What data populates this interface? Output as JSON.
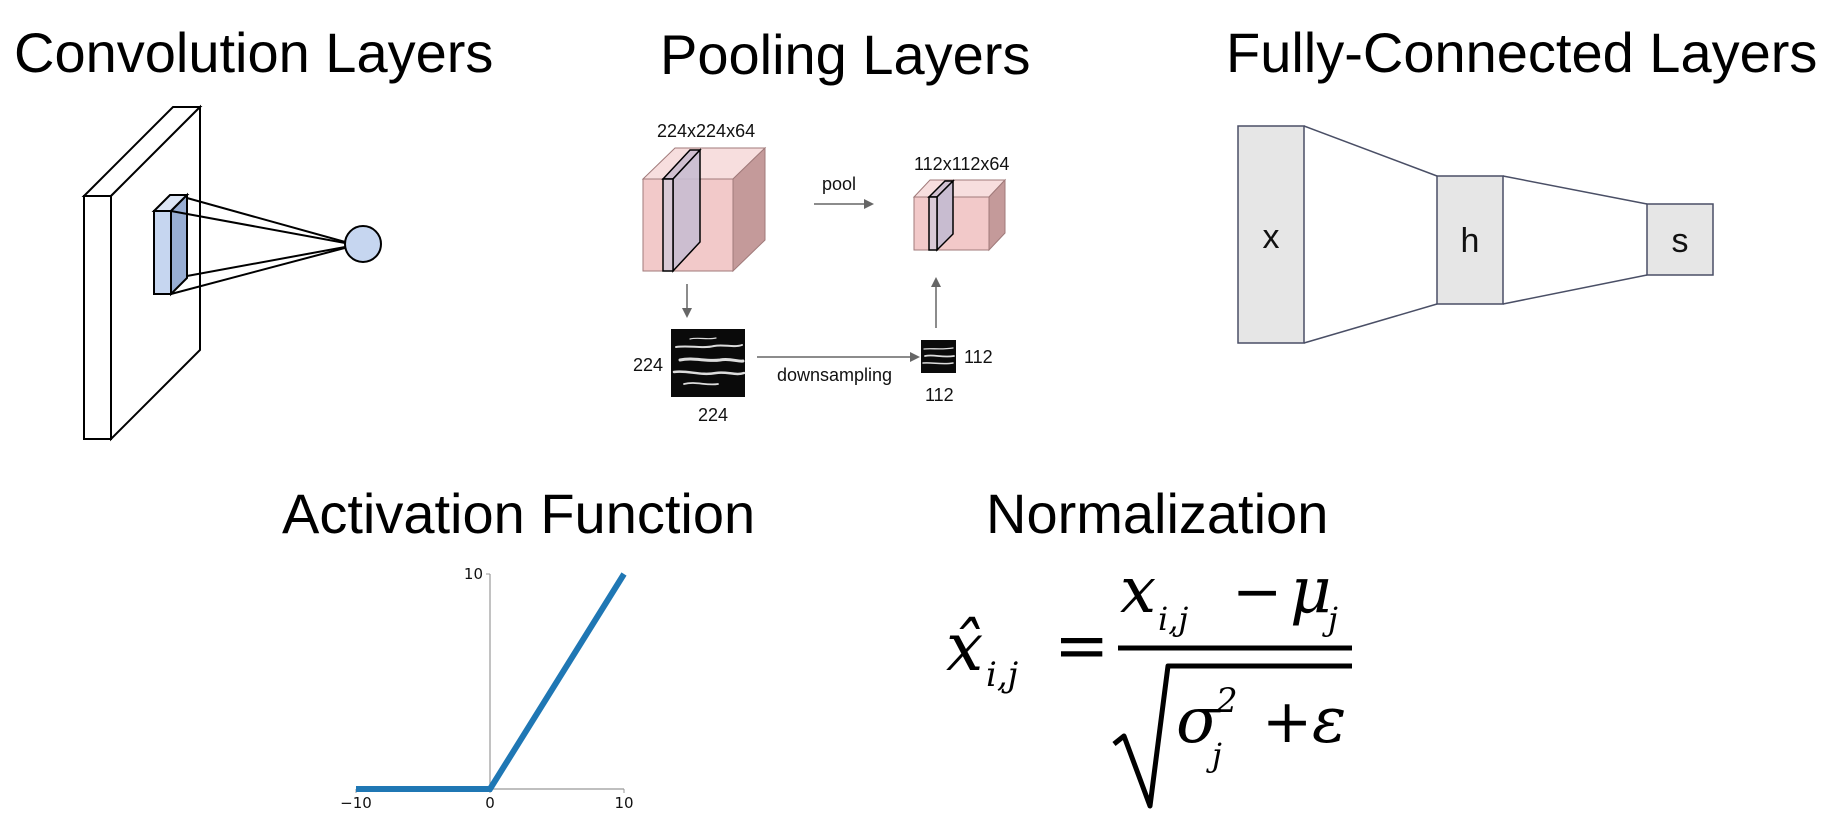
{
  "titles": {
    "convolution": "Convolution Layers",
    "pooling": "Pooling Layers",
    "fully_connected": "Fully-Connected Layers",
    "activation": "Activation Function",
    "normalization": "Normalization"
  },
  "pooling": {
    "input_dims": "224x224x64",
    "output_dims": "112x112x64",
    "pool_label": "pool",
    "downsampling_label": "downsampling",
    "input_height": "224",
    "input_width": "224",
    "output_height": "112",
    "output_width": "112"
  },
  "fully_connected": {
    "nodes": [
      "x",
      "h",
      "s"
    ]
  },
  "normalization": {
    "lhs": "x̂",
    "lhs_sub": "i,j",
    "numerator_x": "x",
    "numerator_x_sub": "i,j",
    "minus": "−",
    "mu": "μ",
    "mu_sub": "j",
    "sigma": "σ",
    "sigma_sub": "j",
    "sigma_sup": "2",
    "plus": "+",
    "epsilon": "ε",
    "equals": "="
  },
  "colors": {
    "relu_line": "#1f77b4",
    "pool_volume": "#f2c9c9",
    "conv_filter": "#c6d6f0",
    "fc_box": "#e6e6e6"
  },
  "chart_data": {
    "type": "line",
    "title": "Activation Function",
    "xlabel": "",
    "ylabel": "",
    "xlim": [
      -10,
      10
    ],
    "ylim": [
      0,
      10
    ],
    "x_ticks": [
      "−10",
      "0",
      "10"
    ],
    "y_ticks": [
      "10"
    ],
    "series": [
      {
        "x": [
          -10,
          0,
          10
        ],
        "y": [
          0,
          0,
          10
        ]
      }
    ]
  }
}
